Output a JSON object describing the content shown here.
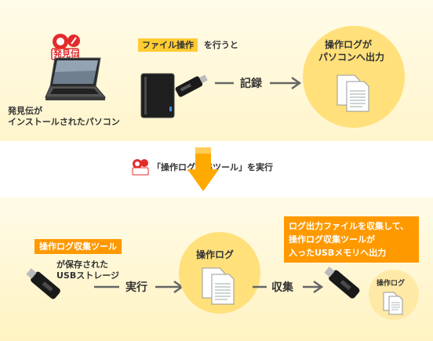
{
  "top": {
    "pc_caption_line1": "発見伝が",
    "pc_caption_line2": "インストールされたパソコン",
    "badge_text": "発見伝",
    "file_op_highlight": "ファイル操作",
    "file_op_rest": "を行うと",
    "record_label": "記録",
    "log_caption_line1": "操作ログが",
    "log_caption_line2": "パソコンへ出力"
  },
  "middle": {
    "run_tool_label": "「操作ログ収集ツール」を実行"
  },
  "bottom": {
    "tool_highlight": "操作ログ収集ツール",
    "usb_caption_line1": "が保存された",
    "usb_caption_line2": "USBストレージ",
    "execute_label": "実行",
    "log_label": "操作ログ",
    "collect_label": "収集",
    "note_line1": "ログ出力ファイルを収集して、",
    "note_line2": "操作ログ収集ツールが",
    "note_line3": "入ったUSBメモリへ出力",
    "small_log_label": "操作ログ"
  },
  "colors": {
    "highlight_yellow": "#ffcc33",
    "highlight_orange": "#ff9900",
    "circle": "#ffe07a",
    "arrow": "#666666",
    "down_arrow": "#ffaa00"
  }
}
